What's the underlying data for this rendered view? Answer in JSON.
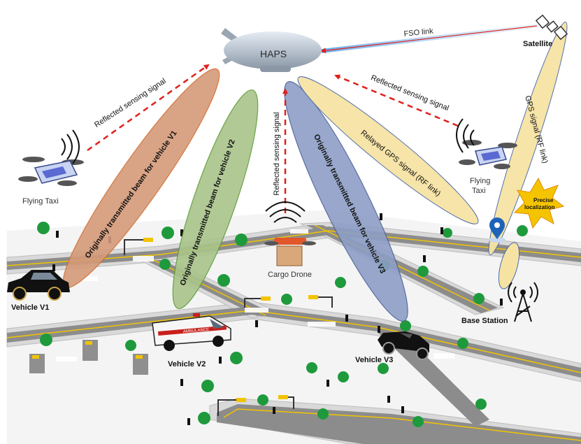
{
  "labels": {
    "haps": "HAPS",
    "satellite": "Satellite",
    "fso_link": "FSO link",
    "gps_signal": "GPS signal (RF link)",
    "relayed_gps": "Relayed GPS signal (RF link)",
    "reflected_left": "Reflected sensing signal",
    "reflected_right": "Reflected sensing signal",
    "reflected_center": "Reflected sensing signal",
    "beam_v1": "Originally transmitted beam for vehicle V1",
    "beam_v2": "Originally transmitted beam for vehicle V2",
    "beam_v3": "Originally transmitted beam for vehicle V3",
    "taxi_left": "Flying Taxi",
    "taxi_right_line1": "Flying",
    "taxi_right_line2": "Taxi",
    "cargo_drone": "Cargo Drone",
    "precise_line1": "Precise",
    "precise_line2": "localization",
    "base_station": "Base Station",
    "vehicle_v1": "Vehicle V1",
    "vehicle_v2": "Vehicle V2",
    "vehicle_v3": "Vehicle V3",
    "ambulance": "AMBULANCE"
  },
  "colors": {
    "beam_v1": "#d59a78",
    "beam_v2": "#a9c48a",
    "beam_v3": "#8d9ec6",
    "gps_beam": "#f6e3a4",
    "dashed_arrow": "#e0201b",
    "fso": "#e0201b",
    "road": "#8c8c8c",
    "sidewalk": "#d8d8d8",
    "lane_mark": "#f2c400",
    "tree": "#1e9a3c",
    "star": "#f5c400"
  }
}
